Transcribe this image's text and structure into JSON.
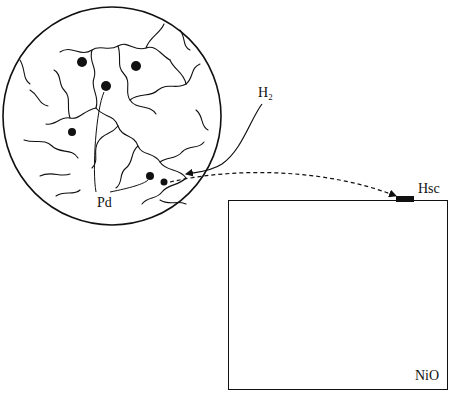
{
  "diagram": {
    "nodes": [
      {
        "text": [
          "NiO"
        ]
      }
    ],
    "labels": [
      "Pd",
      "H₂",
      "Hsc"
    ]
  }
}
